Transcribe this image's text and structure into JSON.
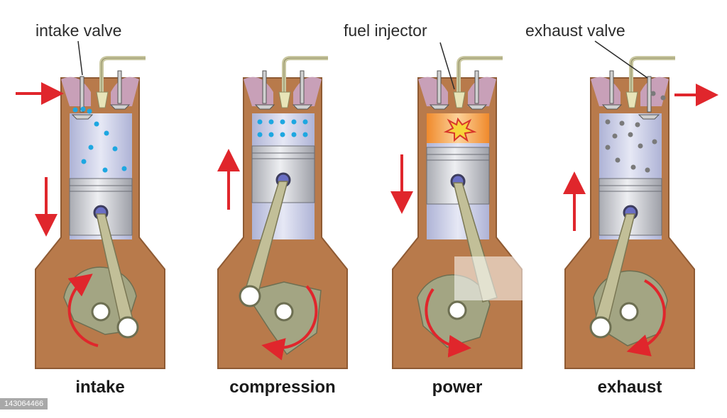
{
  "callouts": {
    "intake_valve": "intake valve",
    "fuel_injector": "fuel injector",
    "exhaust_valve": "exhaust valve"
  },
  "stages": [
    {
      "label": "intake",
      "piston_motion": "down",
      "flow": "air in"
    },
    {
      "label": "compression",
      "piston_motion": "up",
      "flow": "none"
    },
    {
      "label": "power",
      "piston_motion": "down",
      "flow": "ignition"
    },
    {
      "label": "exhaust",
      "piston_motion": "up",
      "flow": "gas out"
    }
  ],
  "stock_id": "143064466",
  "colors": {
    "casing": "#b87a4b",
    "casing_dark": "#8e5a33",
    "cylinder_fill": "#c9cde8",
    "piston": "#cfd1d6",
    "rod": "#b8b58e",
    "arrow": "#e0262c",
    "air_dot": "#1ea7e1",
    "exhaust_dot": "#7a7a7a",
    "combustion": "#f6a24a"
  }
}
